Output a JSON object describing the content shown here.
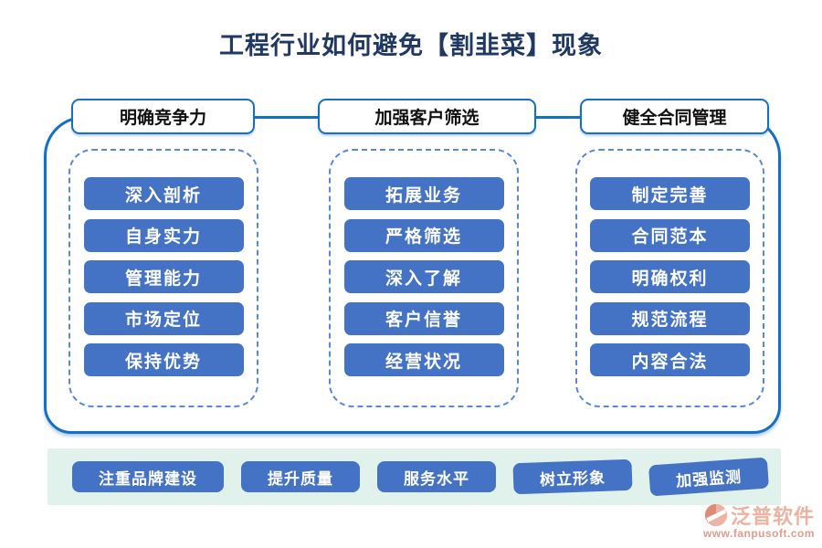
{
  "title": "工程行业如何避免【割韭菜】现象",
  "columns": [
    {
      "header": "明确竞争力",
      "items": [
        "深入剖析",
        "自身实力",
        "管理能力",
        "市场定位",
        "保持优势"
      ]
    },
    {
      "header": "加强客户筛选",
      "items": [
        "拓展业务",
        "严格筛选",
        "深入了解",
        "客户信誉",
        "经营状况"
      ]
    },
    {
      "header": "健全合同管理",
      "items": [
        "制定完善",
        "合同范本",
        "明确权利",
        "规范流程",
        "内容合法"
      ]
    }
  ],
  "footer": {
    "items": [
      "注重品牌建设",
      "提升质量",
      "服务水平",
      "树立形象",
      "加强监测"
    ]
  },
  "brand": {
    "name": "泛普软件",
    "url": "www.fanpusoft.com",
    "logo_icon": "fanpu-circle-logo"
  },
  "colors": {
    "accent_border": "#156fc5",
    "node_blue": "#4472c4",
    "dashed_blue": "#5b87d7",
    "title_navy": "#1f3864",
    "footer_band": "#e1f1ec",
    "brand_salmon": "#edb2a0"
  }
}
